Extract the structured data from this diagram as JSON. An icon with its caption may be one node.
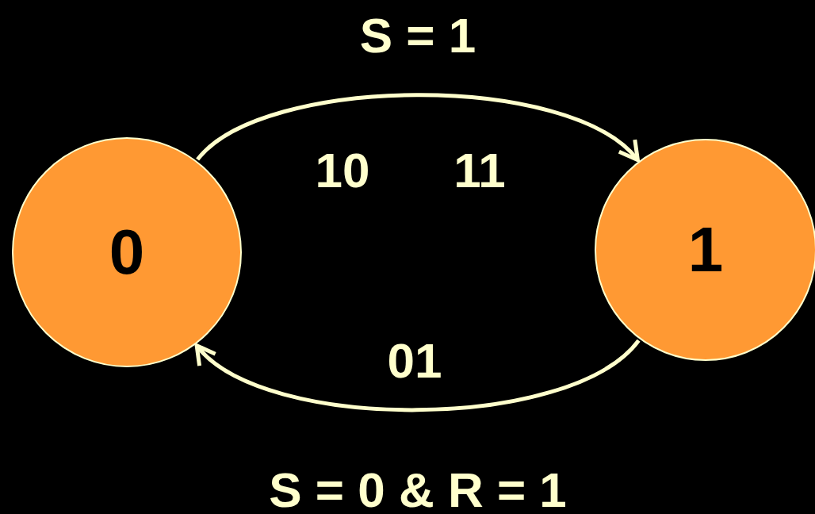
{
  "diagram": {
    "nodes": [
      {
        "text": [
          "0"
        ]
      },
      {
        "text": [
          "1"
        ]
      }
    ],
    "edges": [
      {
        "from": 0,
        "to": 1,
        "arrow": "to",
        "label": "S = 1"
      },
      {
        "from": 1,
        "to": 0,
        "arrow": "to",
        "label": "S = 0 & R = 1"
      }
    ],
    "labels": [
      "10",
      "11",
      "01"
    ]
  }
}
